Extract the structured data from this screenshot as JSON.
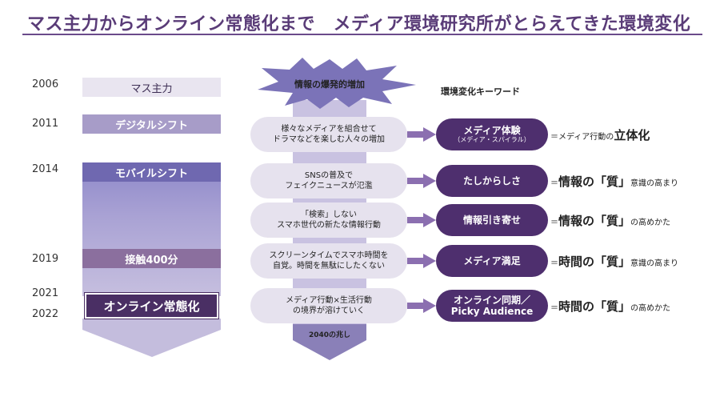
{
  "title": "マス主力からオンライン常態化まで　メディア環境研究所がとらえてきた環境変化",
  "years": [
    "2006",
    "2011",
    "2014",
    "2019",
    "2021",
    "2022"
  ],
  "eras": {
    "mass": "マス主力",
    "digital": "デジタルシフト",
    "mobile": "モバイルシフト",
    "contact": "接触400分",
    "online": "オンライン常態化"
  },
  "burst_label": "情報の爆発的増加",
  "keyword_header": "環境変化キーワード",
  "rows": [
    {
      "phenomenon": [
        "様々なメディアを組合せて",
        "ドラマなどを楽しむ人々の増加"
      ],
      "keyword": "メディア体験",
      "keyword_sub": "（メディア・スパイラル）",
      "meaning_prefix": "＝メディア行動の",
      "meaning_big": "立体化",
      "meaning_suffix": ""
    },
    {
      "phenomenon": [
        "SNSの普及で",
        "フェイクニュースが氾濫"
      ],
      "keyword": "たしからしさ",
      "keyword_sub": "",
      "meaning_prefix": "＝",
      "meaning_big": "情報の「質」",
      "meaning_suffix": "意識の高まり"
    },
    {
      "phenomenon": [
        "「検索」しない",
        "スマホ世代の新たな情報行動"
      ],
      "keyword": "情報引き寄せ",
      "keyword_sub": "",
      "meaning_prefix": "＝",
      "meaning_big": "情報の「質」",
      "meaning_suffix": "の高めかた"
    },
    {
      "phenomenon": [
        "スクリーンタイムでスマホ時間を",
        "自覚。時間を無駄にしたくない"
      ],
      "keyword": "メディア満足",
      "keyword_sub": "",
      "meaning_prefix": "＝",
      "meaning_big": "時間の「質」",
      "meaning_suffix": "意識の高まり"
    },
    {
      "phenomenon": [
        "メディア行動×生活行動",
        "の境界が溶けていく"
      ],
      "keyword": "オンライン同期／",
      "keyword_sub": "Picky Audience",
      "meaning_prefix": "＝",
      "meaning_big": "時間の「質」",
      "meaning_suffix": "の高めかた"
    }
  ],
  "bottom_sign": "2040の兆し",
  "colors": {
    "title": "#5a3c78",
    "dark_purple": "#4e2f6e",
    "mid_purple": "#9a8fc4",
    "pill_bg": "#e6e2ee",
    "arrow": "#8b6fb0"
  }
}
